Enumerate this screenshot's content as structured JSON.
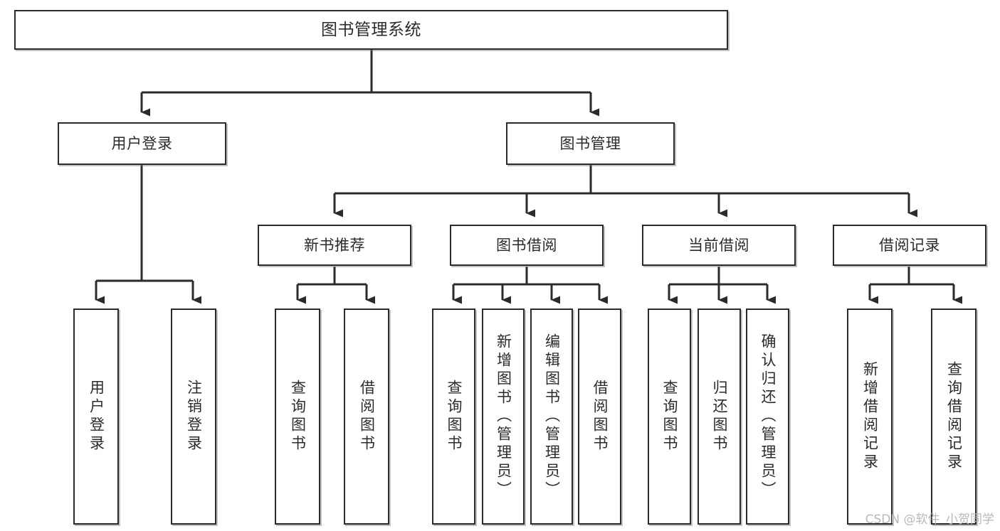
{
  "diagram": {
    "type": "tree-hierarchy-chart",
    "title": "图书管理系统",
    "line_color": "#2b2b2b",
    "box_fill": "#ffffff",
    "text_color": "#2b2b2b",
    "watermark": "CSDN @软件_小贺同学",
    "levels": {
      "level1": {
        "label": "图书管理系统"
      },
      "level2": [
        {
          "label": "用户登录"
        },
        {
          "label": "图书管理"
        }
      ],
      "level3": [
        {
          "label": "新书推荐"
        },
        {
          "label": "图书借阅"
        },
        {
          "label": "当前借阅"
        },
        {
          "label": "借阅记录"
        }
      ],
      "level4": [
        {
          "label": "用户登录",
          "parent": "用户登录"
        },
        {
          "label": "注销登录",
          "parent": "用户登录"
        },
        {
          "label": "查询图书",
          "parent": "新书推荐"
        },
        {
          "label": "借阅图书",
          "parent": "新书推荐"
        },
        {
          "label": "查询图书",
          "parent": "图书借阅"
        },
        {
          "label": "新增图书（管理员）",
          "parent": "图书借阅"
        },
        {
          "label": "编辑图书（管理员）",
          "parent": "图书借阅"
        },
        {
          "label": "借阅图书",
          "parent": "图书借阅"
        },
        {
          "label": "查询图书",
          "parent": "当前借阅"
        },
        {
          "label": "归还图书",
          "parent": "当前借阅"
        },
        {
          "label": "确认归还（管理员）",
          "parent": "当前借阅"
        },
        {
          "label": "新增借阅记录",
          "parent": "借阅记录"
        },
        {
          "label": "查询借阅记录",
          "parent": "借阅记录"
        }
      ]
    }
  }
}
